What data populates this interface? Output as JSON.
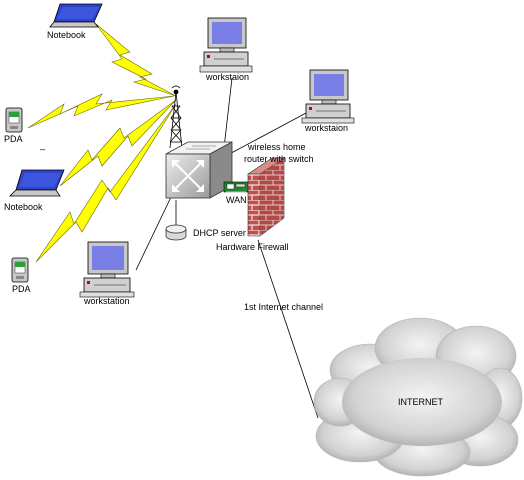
{
  "labels": {
    "notebook_top": "Notebook",
    "notebook_mid": "Notebook",
    "pda_top": "PDA",
    "pda_bottom": "PDA",
    "workstation_top": "workstaion",
    "workstation_right": "workstaion",
    "workstation_bottom": "workstation",
    "router_line1": "wireless home",
    "router_line2": "router with switch",
    "wan": "WAN",
    "dhcp": "DHCP server",
    "firewall": "Hardware Firewall",
    "channel": "1st Internet channel",
    "internet": "INTERNET",
    "dash": "_"
  },
  "colors": {
    "lightning": "#ffff00",
    "screen": "#7a7fe8",
    "laptop_screen": "#2f44c8",
    "firewall_brick": "#c0504d",
    "cloud": "#d9d9d9",
    "wan_module": "#1f8a2e"
  }
}
